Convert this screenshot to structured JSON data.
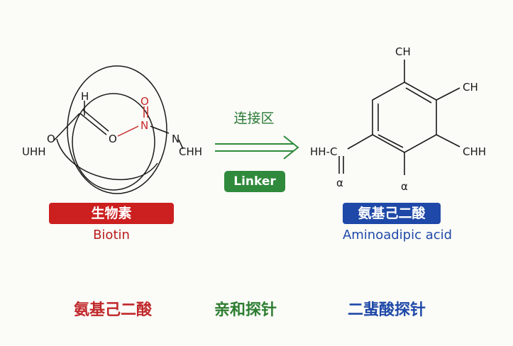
{
  "left_molecule": {
    "atoms": {
      "h_top": "H",
      "o_top": "O",
      "n_mid": "N",
      "o_mid": "O",
      "o_left": "O",
      "n_right": "N",
      "uhh": "UHH",
      "chh": "CHH"
    },
    "label_cn": "生物素",
    "label_en": "Biotin",
    "label_color": "#cc1f1f"
  },
  "connector": {
    "text": "连接区",
    "badge": "Linker",
    "color": "#2f8a3c"
  },
  "right_molecule": {
    "atoms": {
      "ch_top": "CH",
      "ch_right": "CH",
      "chh_right": "CHH",
      "hhc": "HH-C",
      "alpha_left": "α",
      "alpha_ring": "α"
    },
    "label_cn": "氨基己二酸",
    "label_en": "Aminoadipic acid",
    "label_color": "#1f49a8"
  },
  "bottom_labels": [
    {
      "text": "氨基己二酸",
      "color": "#c0282b"
    },
    {
      "text": "亲和探针",
      "color": "#2e7d32"
    },
    {
      "text": "二蜚酸探针",
      "color": "#1f49a8"
    }
  ]
}
